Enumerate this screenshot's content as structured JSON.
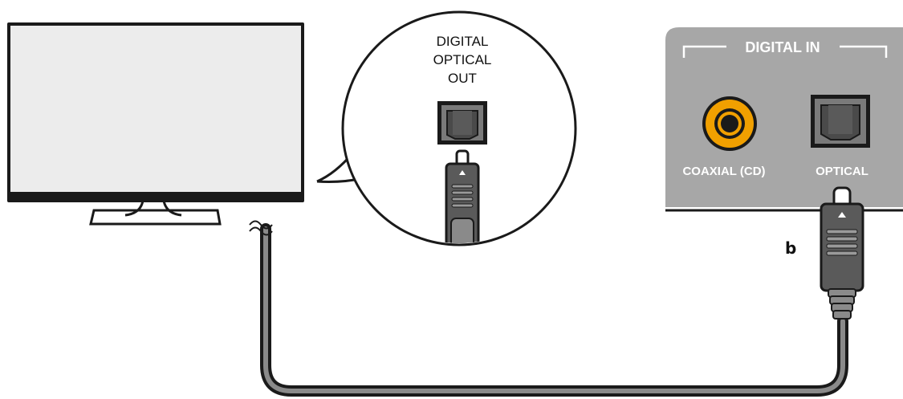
{
  "tv_output": {
    "label_lines": [
      "DIGITAL",
      "OPTICAL",
      "OUT"
    ]
  },
  "receiver_panel": {
    "section_title": "DIGITAL IN",
    "coaxial_label": "COAXIAL (CD)",
    "optical_label": "OPTICAL"
  },
  "cable": {
    "label": "b"
  },
  "colors": {
    "panel": "#a7a7a7",
    "coax_ring": "#f1a000",
    "screen": "#ececec",
    "outline": "#1a1a1a"
  },
  "icons": [
    "tv-icon",
    "optical-port-icon",
    "optical-plug-icon",
    "coaxial-jack-icon"
  ]
}
